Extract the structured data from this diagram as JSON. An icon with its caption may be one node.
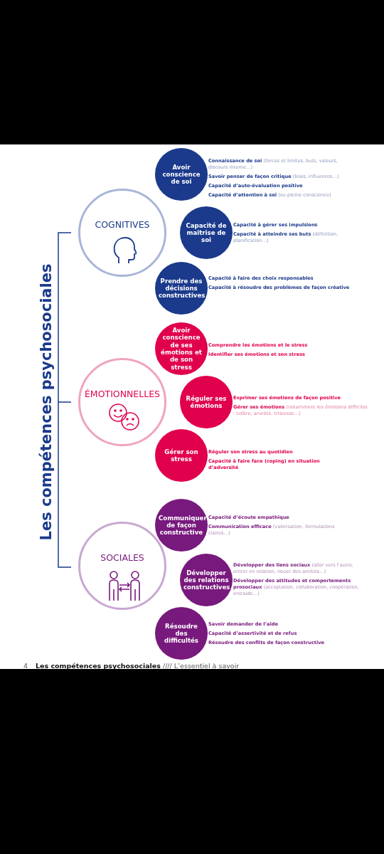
{
  "diagram": {
    "title": "Les compétences psychosociales",
    "nodes": [
      {
        "text": [
          "COGNITIVES"
        ]
      },
      {
        "text": [
          "Avoir conscience de soi"
        ],
        "beside": [
          "**Connaissance de soi** (forces et limites, buts, valeurs, discours interne…)",
          "**Savoir penser de façon critique** (biais, influences…)",
          "Capacité d’auto-évaluation positive",
          "**Capacité d’attention à soi** (ou pleine conscience)"
        ]
      },
      {
        "text": [
          "Capacité de maîtrise de soi"
        ],
        "beside": [
          "Capacité à gérer ses impulsions",
          "**Capacité à atteindre ses buts** (définition, planification…)"
        ]
      },
      {
        "text": [
          "Prendre des décisions constructives"
        ],
        "beside": [
          "Capacité à faire des choix responsables",
          "Capacité à résoudre des problèmes de façon créative"
        ]
      },
      {
        "text": [
          "ÉMOTIONNELLES"
        ]
      },
      {
        "text": [
          "Avoir conscience de ses émotions et de son stress"
        ],
        "beside": [
          "Comprendre les émotions et le stress",
          "Identifier ses émotions et son stress"
        ]
      },
      {
        "text": [
          "Réguler ses émotions"
        ],
        "beside": [
          "Exprimer ses émotions de façon positive",
          "**Gérer ses émotions** (notamment les émotions difficiles : colère, anxiété, tristesse…)"
        ]
      },
      {
        "text": [
          "Gérer son stress"
        ],
        "beside": [
          "Réguler son stress au quotidien",
          "Capacité à faire face (coping) en situation d’adversité"
        ]
      },
      {
        "text": [
          "SOCIALES"
        ]
      },
      {
        "text": [
          "Communiquer de façon constructive"
        ],
        "beside": [
          "Capacité d’écoute empathique",
          "**Communication efficace** (valorisation, formulations claires…)"
        ]
      },
      {
        "text": [
          "Développer des relations constructives"
        ],
        "beside": [
          "**Développer des liens sociaux** (aller vers l’autre, entrer en relation, nouer des amitiés…)",
          "**Développer des attitudes et comportements prosociaux** (acceptation, collaboration, coopération, entraide…)"
        ]
      },
      {
        "text": [
          "Résoudre des difficultés"
        ],
        "beside": [
          "Savoir demander  de l’aide",
          "Capacité d’assertivité et de refus",
          "Résoudre des conflits de façon constructive"
        ]
      }
    ],
    "labels": [
      "4",
      "**Les compétences psychosociales** //// L’essentiel à savoir"
    ]
  }
}
